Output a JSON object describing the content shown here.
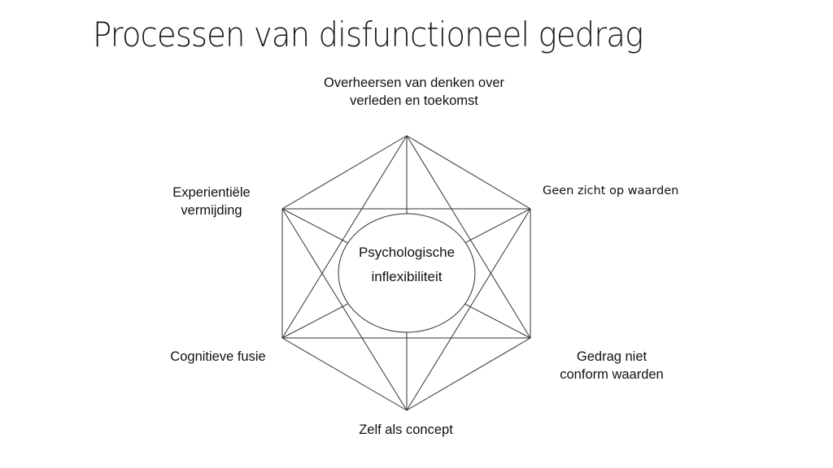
{
  "title": "Processen van disfunctioneel gedrag",
  "center": {
    "line1": "Psychologische",
    "line2": "inflexibiliteit"
  },
  "nodes": {
    "top": {
      "line1": "Overheersen van denken over",
      "line2": "verleden en toekomst"
    },
    "upper_right": {
      "line1": "Geen zicht op waarden"
    },
    "lower_right": {
      "line1": "Gedrag niet",
      "line2": "conform waarden"
    },
    "bottom": {
      "line1": "Zelf als concept"
    },
    "lower_left": {
      "line1": "Cognitieve fusie"
    },
    "upper_left": {
      "line1": "Experientiële",
      "line2": "vermijding"
    }
  }
}
